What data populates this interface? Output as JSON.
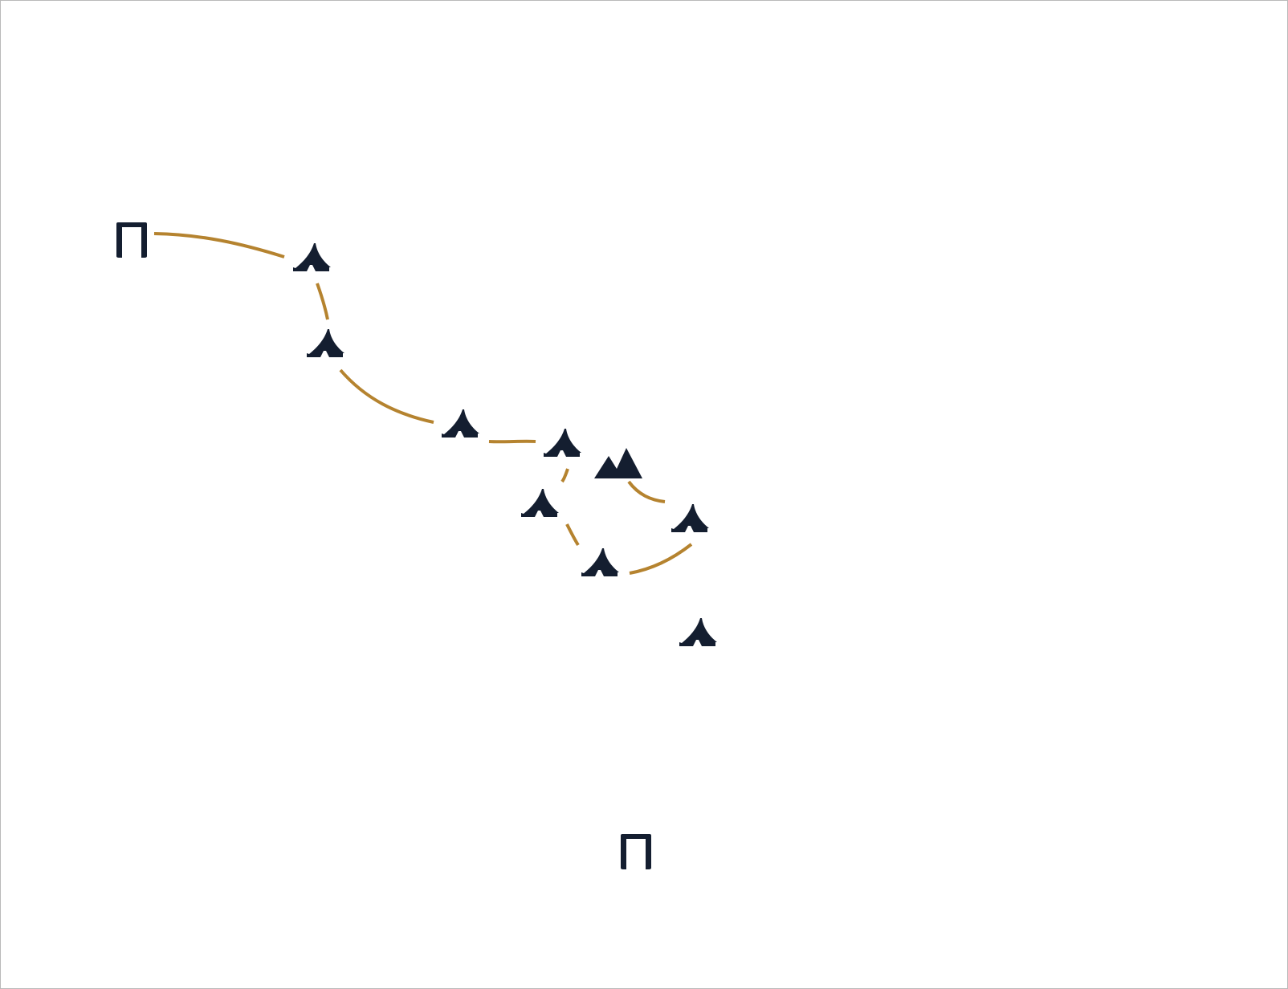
{
  "map": {
    "route_color": "#b5832f",
    "icon_color": "#141e30",
    "background": "#ffffff",
    "markers": [
      {
        "id": "gate-start",
        "icon": "gate-icon"
      },
      {
        "id": "tent-1",
        "icon": "tent-icon"
      },
      {
        "id": "tent-2",
        "icon": "tent-icon"
      },
      {
        "id": "tent-3",
        "icon": "tent-icon"
      },
      {
        "id": "tent-4",
        "icon": "tent-icon"
      },
      {
        "id": "mountain",
        "icon": "mountain-icon"
      },
      {
        "id": "tent-5",
        "icon": "tent-icon"
      },
      {
        "id": "tent-6",
        "icon": "tent-icon"
      },
      {
        "id": "tent-7",
        "icon": "tent-icon"
      },
      {
        "id": "tent-8",
        "icon": "tent-icon"
      },
      {
        "id": "gate-end",
        "icon": "gate-icon"
      }
    ],
    "routes": [
      {
        "from": "gate-start",
        "to": "tent-1"
      },
      {
        "from": "tent-1",
        "to": "tent-2"
      },
      {
        "from": "tent-2",
        "to": "tent-3"
      },
      {
        "from": "tent-3",
        "to": "tent-4"
      },
      {
        "from": "tent-4",
        "to": "tent-5"
      },
      {
        "from": "tent-5",
        "to": "tent-7"
      },
      {
        "from": "tent-7",
        "to": "tent-6"
      },
      {
        "from": "tent-6",
        "to": "mountain"
      }
    ]
  }
}
